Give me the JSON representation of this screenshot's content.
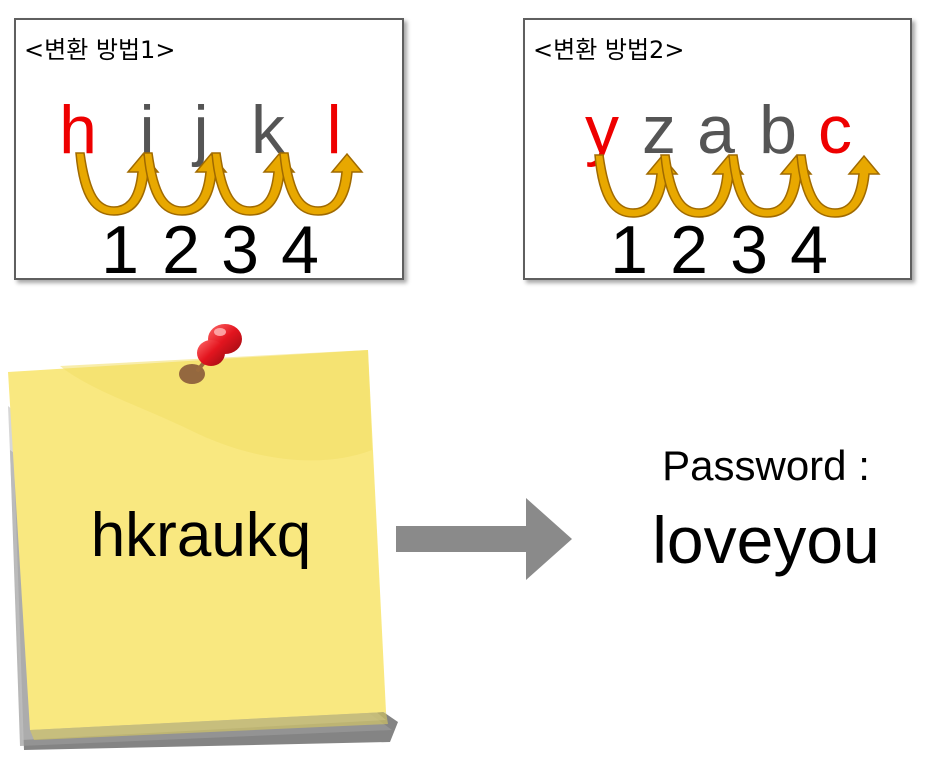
{
  "colors": {
    "highlight": "#ee0000",
    "neutral": "#555555",
    "arrow_fill": "#e8a800",
    "arrow_stroke": "#a06a00",
    "note_fill": "#f9e880",
    "pin": "#e3151f",
    "big_arrow": "#8a8a8a"
  },
  "method1": {
    "title": "<변환 방법1>",
    "letters": [
      {
        "char": "h",
        "highlight": true
      },
      {
        "char": "i",
        "highlight": false
      },
      {
        "char": "j",
        "highlight": false
      },
      {
        "char": "k",
        "highlight": false
      },
      {
        "char": "l",
        "highlight": true
      }
    ],
    "digits": [
      "1",
      "2",
      "3",
      "4"
    ]
  },
  "method2": {
    "title": "<변환 방법2>",
    "letters": [
      {
        "char": "y",
        "highlight": true
      },
      {
        "char": "z",
        "highlight": false
      },
      {
        "char": "a",
        "highlight": false
      },
      {
        "char": "b",
        "highlight": false
      },
      {
        "char": "c",
        "highlight": true
      }
    ],
    "digits": [
      "1",
      "2",
      "3",
      "4"
    ]
  },
  "note": {
    "text": "hkraukq",
    "icons": [
      "pushpin-icon"
    ]
  },
  "result": {
    "label": "Password :",
    "value": "loveyou"
  }
}
